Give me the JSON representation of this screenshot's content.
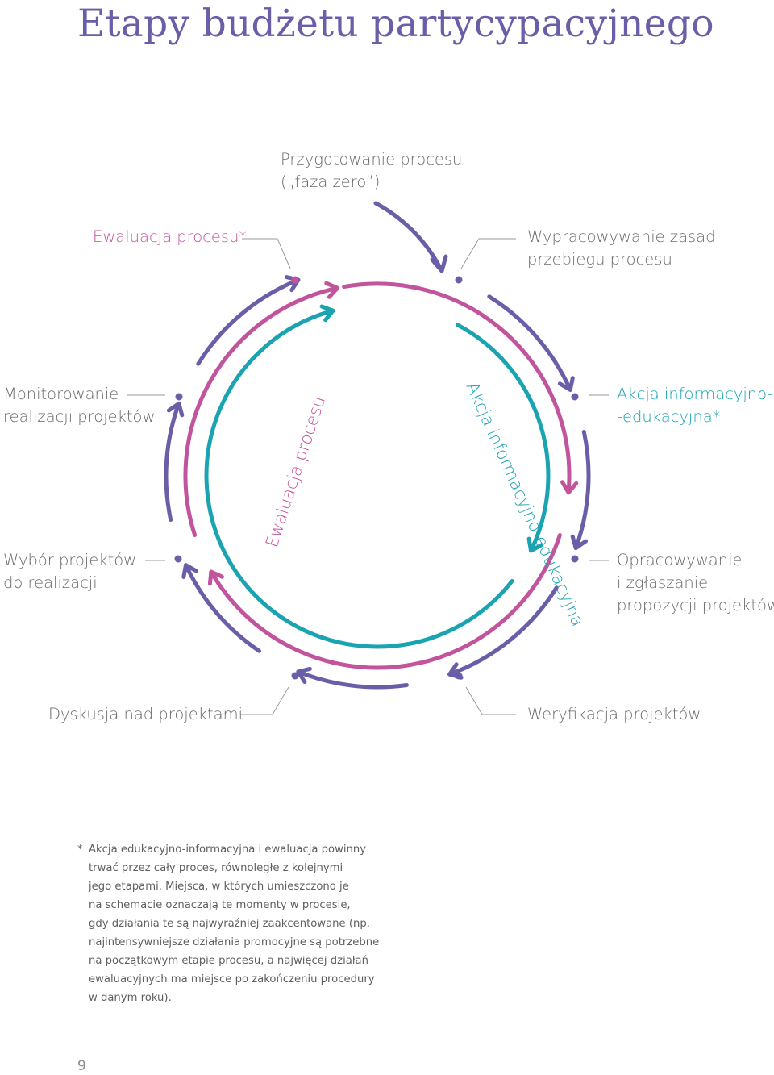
{
  "title": "Etapy budżetu partycypacyjnego",
  "labels": {
    "przygotowanie": [
      "Przygotowanie procesu",
      "(„faza zero”)"
    ],
    "ewaluacja": [
      "Ewaluacja procesu*"
    ],
    "zasady": [
      "Wypracowywanie zasad",
      "przebiegu procesu"
    ],
    "monitorowanie": [
      "Monitorowanie",
      "realizacji projektów"
    ],
    "akcja": [
      "Akcja informacyjno-",
      "-edukacyjna*"
    ],
    "wybor": [
      "Wybór projektów",
      "do realizacji"
    ],
    "opracowywanie": [
      "Opracowywanie",
      "i zgłaszanie",
      "propozycji projektów"
    ],
    "dyskusja": [
      "Dyskusja nad projektami"
    ],
    "weryfikacja": [
      "Weryfikacja projektów"
    ]
  },
  "ring_labels": {
    "pink": "Ewaluacja procesu",
    "teal": "Akcja informacyjno-edukacyjna"
  },
  "footnote": {
    "star": "*",
    "text": "Akcja edukacyjno-informacyjna i ewaluacja powinny\ntrwać przez cały proces, równoległe z kolejnymi\njego etapami. Miejsca, w których umieszczono je\nna schemacie oznaczają te momenty w procesie,\ngdy działania te są najwyraźniej zaakcentowane (np.\nnajintensywniejsze działania promocyjne są potrzebne\nna początkowym etapie procesu, a najwięcej działań\newaluacyjnych ma miejsce po zakończeniu procedury\nw danym roku)."
  },
  "page_number": "9",
  "colors": {
    "purple": "#6b5ea8",
    "pink": "#c2549e",
    "teal": "#1aa3b0",
    "gray_text": "#6a6a6a",
    "leader": "#9a9a9a"
  }
}
